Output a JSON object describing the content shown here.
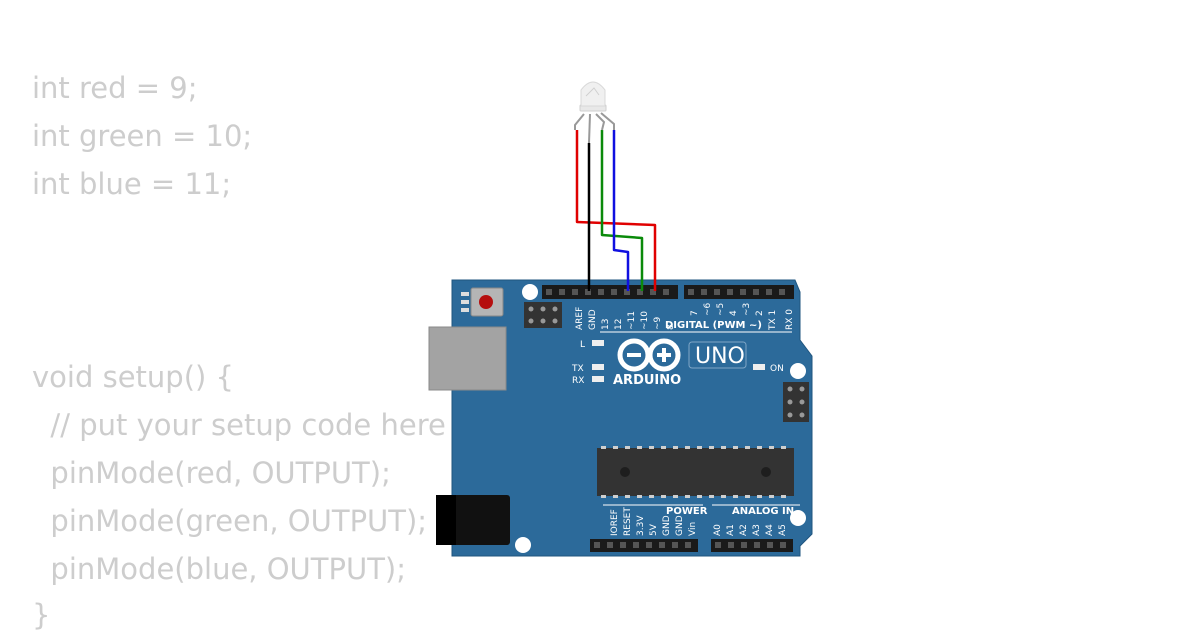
{
  "code": {
    "lines": [
      "int red = 9;",
      "int green = 10;",
      "int blue = 11;",
      "void setup() {",
      "  // put your setup code here",
      "  pinMode(red, OUTPUT);",
      "  pinMode(green, OUTPUT);",
      "  pinMode(blue, OUTPUT);",
      "}"
    ]
  },
  "board": {
    "brand": "ARDUINO",
    "model": "UNO",
    "digital_header_label": "DIGITAL (PWM ~)",
    "power_label": "POWER",
    "analog_label": "ANALOG IN",
    "on_label": "ON",
    "l_label": "L",
    "tx_label": "TX",
    "rx_label": "RX",
    "digital_pins": [
      "AREF",
      "GND",
      "13",
      "12",
      "~11",
      "~10",
      "~9",
      "8",
      "7",
      "~6",
      "~5",
      "4",
      "~3",
      "2",
      "TX 1",
      "RX 0"
    ],
    "power_pins": [
      "IOREF",
      "RESET",
      "3.3V",
      "5V",
      "GND",
      "GND",
      "Vin"
    ],
    "analog_pins": [
      "A0",
      "A1",
      "A2",
      "A3",
      "A4",
      "A5"
    ]
  },
  "colors": {
    "board": "#2c6a9a",
    "wire_red": "#e00000",
    "wire_green": "#0a8a0a",
    "wire_blue": "#1010e0",
    "wire_black": "#000000",
    "code_text": "#cdcdcd"
  }
}
